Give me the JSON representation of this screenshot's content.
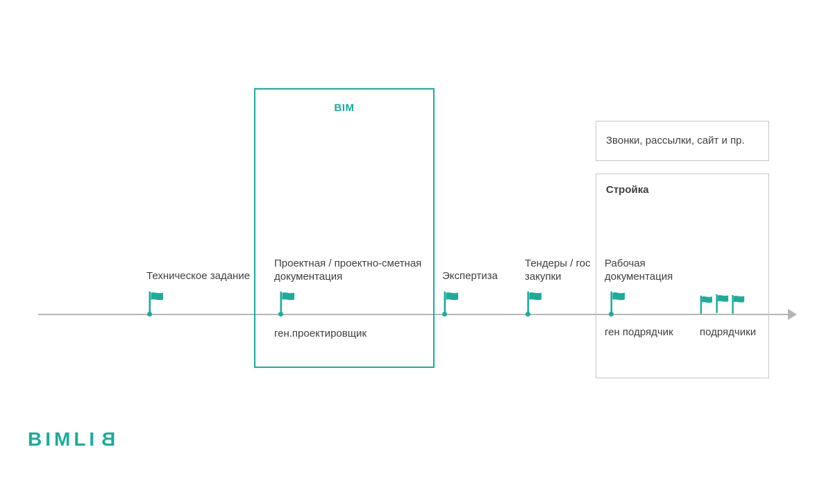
{
  "colors": {
    "teal": "#1aad9b",
    "box_border": "#c6c6c6",
    "timeline": "#b5b5b5",
    "text": "#3f3f3f"
  },
  "icons": {
    "milestone": "flag-icon",
    "arrow": "timeline-arrow-icon"
  },
  "diagram": {
    "milestones": [
      {
        "label": "Техническое задание"
      },
      {
        "label": "Проектная / проектно-сметная документация",
        "sublabel": "ген.проектировщик"
      },
      {
        "label": "Экспертиза"
      },
      {
        "label": "Тендеры / гос закупки"
      },
      {
        "label": "Рабочая документация",
        "sublabel": "ген подрядчик"
      }
    ],
    "bim_box": {
      "title": "BIM"
    },
    "calls_box": {
      "label": "Звонки, рассылки, сайт и пр."
    },
    "construction_box": {
      "title": "Стройка"
    },
    "contractors_label": "подрядчики"
  },
  "logo": {
    "main": "BIMLI",
    "mirrored": "B"
  }
}
